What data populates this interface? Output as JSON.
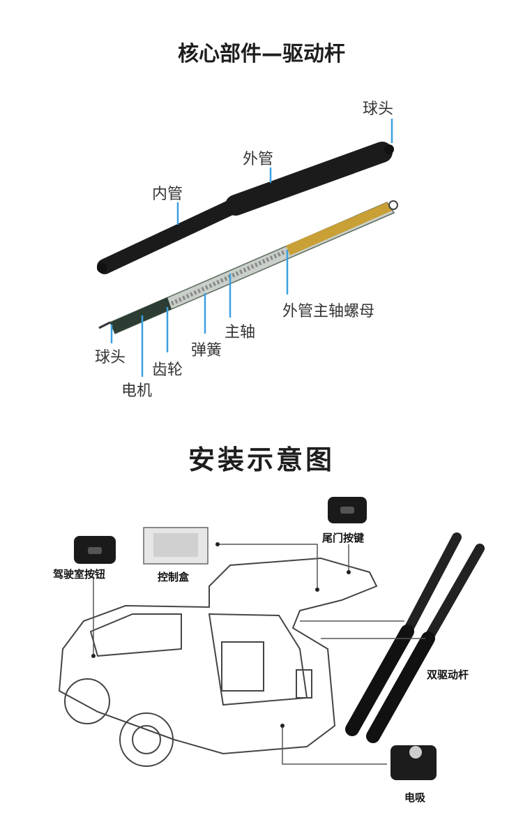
{
  "section1": {
    "title": "核心部件—驱动杆",
    "labels": {
      "ball_head_top": "球头",
      "outer_tube": "外管",
      "inner_tube": "内管",
      "outer_tube_nut": "外管主轴螺母",
      "main_shaft": "主轴",
      "spring": "弹簧",
      "gear": "齿轮",
      "ball_head_bottom": "球头",
      "motor": "电机"
    }
  },
  "section2": {
    "title": "安装示意图",
    "labels": {
      "driver_button": "驾驶室按钮",
      "control_box": "控制盒",
      "tail_button": "尾门按键",
      "dual_struts": "双驱动杆",
      "suction_lock": "电吸"
    }
  },
  "colors": {
    "accent_line": "#3aa0e0",
    "strut": "#1a1a1a",
    "nut": "#c8a030"
  }
}
